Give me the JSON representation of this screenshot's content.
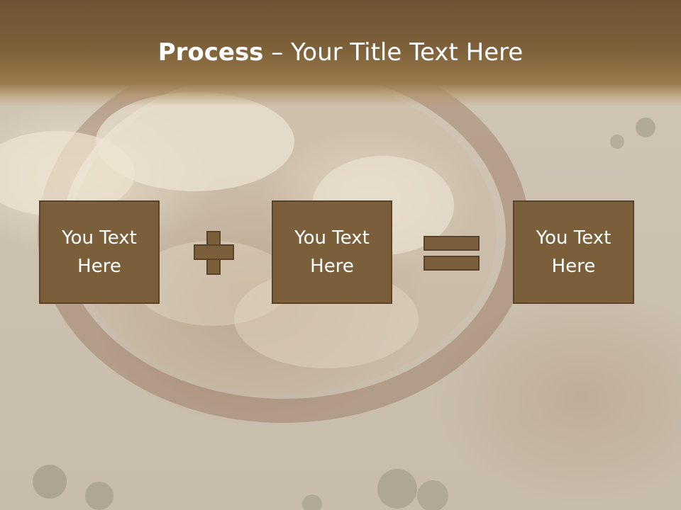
{
  "slide": {
    "title_bold": "Process",
    "title_rest": " – Your Title Text Here",
    "boxes": [
      {
        "label": "You Text\nHere"
      },
      {
        "label": "You Text\nHere"
      },
      {
        "label": "You Text\nHere"
      }
    ],
    "operators": [
      "plus",
      "equals"
    ]
  },
  "colors": {
    "title_band": "#7d6039",
    "box_fill": "#7a5f3a",
    "box_border": "#5a4328",
    "text": "#ffffff"
  }
}
